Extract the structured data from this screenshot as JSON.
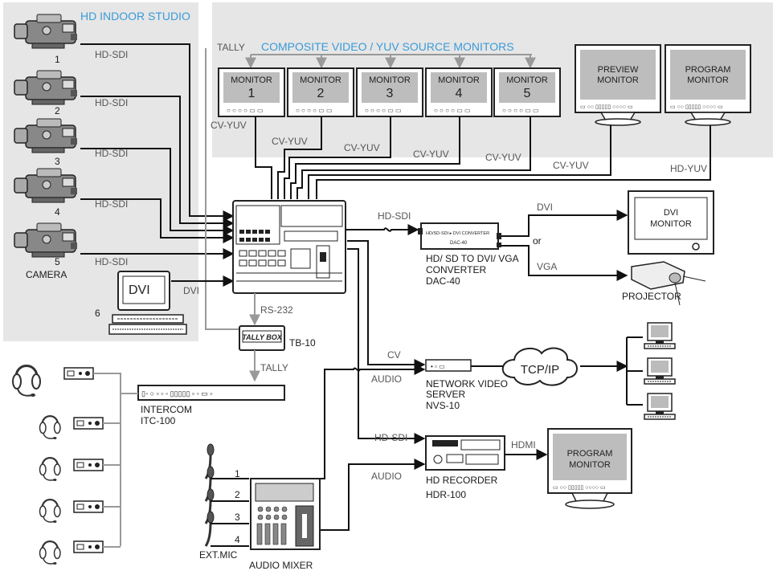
{
  "regions": {
    "studio_title": "HD INDOOR STUDIO",
    "monitors_title": "COMPOSITE VIDEO / YUV SOURCE MONITORS"
  },
  "cameras": [
    {
      "num": "1",
      "signal": "HD-SDI"
    },
    {
      "num": "2",
      "signal": "HD-SDI"
    },
    {
      "num": "3",
      "signal": "HD-SDI"
    },
    {
      "num": "4",
      "signal": "HD-SDI"
    },
    {
      "num": "5",
      "signal": "HD-SDI"
    }
  ],
  "camera_label": "CAMERA",
  "dvi_source": {
    "num": "6",
    "screen": "DVI",
    "signal": "DVI"
  },
  "tally_label": "TALLY",
  "source_monitors": [
    {
      "label": "MONITOR",
      "num": "1"
    },
    {
      "label": "MONITOR",
      "num": "2"
    },
    {
      "label": "MONITOR",
      "num": "3"
    },
    {
      "label": "MONITOR",
      "num": "4"
    },
    {
      "label": "MONITOR",
      "num": "5"
    }
  ],
  "cv_yuv": "CV-YUV",
  "preview_monitor": {
    "line1": "PREVIEW",
    "line2": "MONITOR"
  },
  "program_monitor_top": {
    "line1": "PROGRAM",
    "line2": "MONITOR"
  },
  "hd_yuv": "HD-YUV",
  "dac": {
    "signal_in": "HD-SDI",
    "line1": "HD/ SD TO DVI/ VGA",
    "line2": "CONVERTER",
    "line3": "DAC-40",
    "face_label": "DAC-40",
    "face_top": "HD/SD-SDI ▸ DVI CONVERTER"
  },
  "dvi_out": "DVI",
  "or_text": "or",
  "vga_out": "VGA",
  "dvi_monitor": {
    "line1": "DVI",
    "line2": "MONITOR"
  },
  "projector": "PROJECTOR",
  "rs232": "RS-232",
  "tally_box": {
    "face": "TALLY BOX",
    "model": "TB-10",
    "out": "TALLY"
  },
  "intercom": {
    "line1": "INTERCOM",
    "line2": "ITC-100"
  },
  "nvs": {
    "cv": "CV",
    "audio": "AUDIO",
    "line1": "NETWORK VIDEO",
    "line2": "SERVER",
    "line3": "NVS-10"
  },
  "tcpip": "TCP/IP",
  "recorder": {
    "signal": "HD-SDI",
    "audio": "AUDIO",
    "line1": "HD RECORDER",
    "line2": "HDR-100",
    "hdmi": "HDMI"
  },
  "program_monitor_bottom": {
    "line1": "PROGRAM",
    "line2": "MONITOR"
  },
  "mics": [
    "1",
    "2",
    "3",
    "4"
  ],
  "ext_mic": "EXT.MIC",
  "audio_mixer": "AUDIO MIXER"
}
